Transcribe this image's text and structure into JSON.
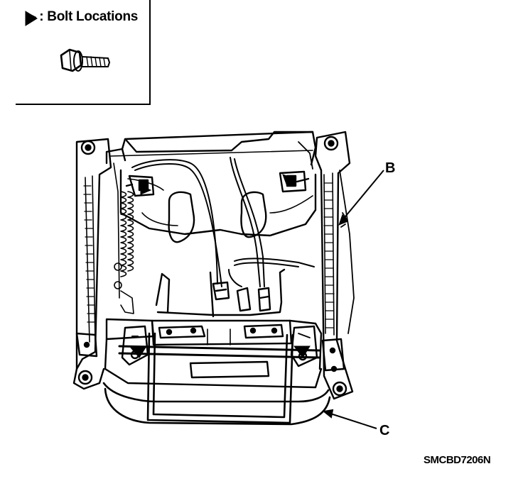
{
  "legend": {
    "text": "▶ : Bolt Locations",
    "bolt_icon": "bolt-icon",
    "arrow_icon": "triangle-arrow-icon"
  },
  "labels": {
    "b": "B",
    "c": "C"
  },
  "figure_code": "SMCBD7206N"
}
